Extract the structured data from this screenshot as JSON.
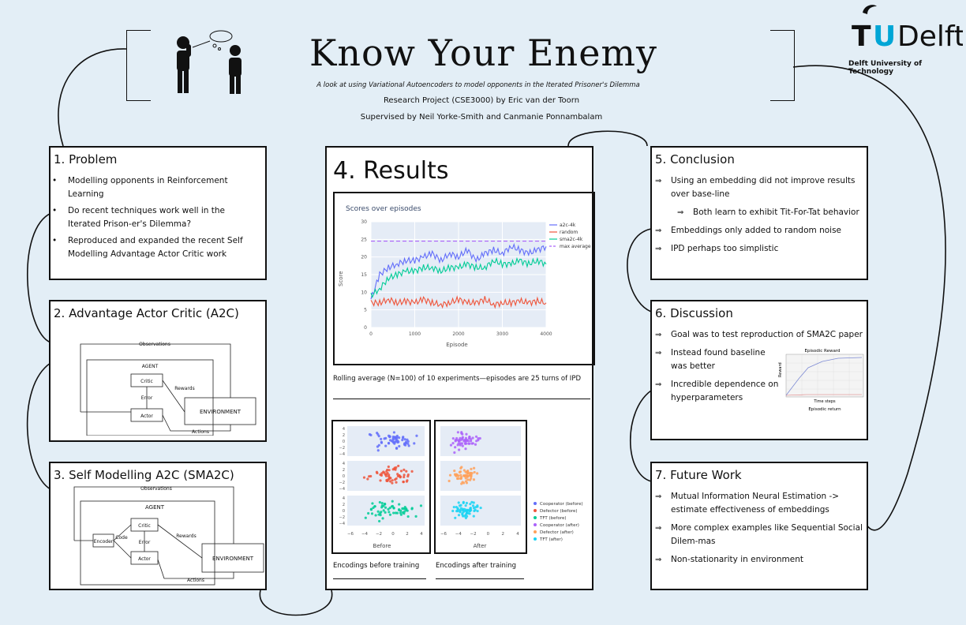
{
  "header": {
    "title": "Know Your Enemy",
    "subtitle": "A look at using Variational Autoencoders to model opponents in the Iterated Prisoner's Dilemma",
    "author_line": "Research Project (CSE3000) by Eric van der Toorn",
    "supervisor_line": "Supervised by Neil Yorke-Smith and Canmanie Ponnambalam",
    "logo_text": "TUDelft",
    "logo_subtext": "Delft University of Technology"
  },
  "problem": {
    "title": "1. Problem",
    "items": [
      "Modelling opponents in Reinforcement Learning",
      "Do recent techniques work well in the Iterated Prison-er's Dilemma?",
      "Reproduced and expanded the recent Self Modelling Advantage Actor Critic work"
    ]
  },
  "a2c": {
    "title": "2. Advantage Actor Critic (A2C)",
    "diagram": {
      "observations": "Observations",
      "agent": "AGENT",
      "critic": "Critic",
      "error": "Error",
      "actor": "Actor",
      "rewards": "Rewards",
      "environment": "ENVIRONMENT",
      "actions": "Actions"
    }
  },
  "sma2c": {
    "title": "3. Self Modelling A2C (SMA2C)",
    "diagram": {
      "observations": "Observations",
      "agent": "AGENT",
      "encoder": "Encoder",
      "code": "Code",
      "critic": "Critic",
      "error": "Error",
      "actor": "Actor",
      "rewards": "Rewards",
      "environment": "ENVIRONMENT",
      "actions": "Actions"
    }
  },
  "results": {
    "title": "4. Results",
    "caption": "Rolling average (N=100) of 10 experiments—episodes are 25 turns of IPD",
    "before_caption": "Encodings before training",
    "after_caption": "Encodings after training",
    "before_label": "Before",
    "after_label": "After",
    "scatter_legend": [
      {
        "label": "Cooperator (before)",
        "color": "#636efa"
      },
      {
        "label": "Defector (before)",
        "color": "#ef553b"
      },
      {
        "label": "TFT (before)",
        "color": "#00cc96"
      },
      {
        "label": "Cooperator (after)",
        "color": "#ab63fa"
      },
      {
        "label": "Defector (after)",
        "color": "#ffa15a"
      },
      {
        "label": "TFT (after)",
        "color": "#19d3f3"
      }
    ],
    "before_xticks": [
      "−6",
      "−4",
      "−2",
      "0",
      "2",
      "4"
    ],
    "after_xticks": [
      "−6",
      "−4",
      "−2",
      "0",
      "2",
      "4"
    ],
    "yticks": [
      "4",
      "2",
      "0",
      "−2",
      "−4"
    ]
  },
  "chart_data": {
    "type": "line",
    "title": "Scores over episodes",
    "xlabel": "Episode",
    "ylabel": "Score",
    "xlim": [
      0,
      4000
    ],
    "ylim": [
      0,
      30
    ],
    "xticks": [
      "0",
      "1000",
      "2000",
      "3000",
      "4000"
    ],
    "yticks": [
      "0",
      "5",
      "10",
      "15",
      "20",
      "25",
      "30"
    ],
    "grid": true,
    "legend_position": "top-right",
    "x": [
      0,
      200,
      400,
      600,
      800,
      1000,
      1200,
      1400,
      1600,
      1800,
      2000,
      2200,
      2400,
      2600,
      2800,
      3000,
      3200,
      3400,
      3600,
      3800,
      4000
    ],
    "series": [
      {
        "name": "a2c-4k",
        "color": "#636efa",
        "values": [
          8,
          15,
          17,
          18,
          19,
          19,
          20,
          21,
          19,
          21,
          20,
          22,
          19,
          21,
          22,
          21,
          23,
          22,
          21,
          22,
          23
        ]
      },
      {
        "name": "random",
        "color": "#ef553b",
        "values": [
          7,
          7,
          8,
          7,
          7.5,
          7,
          8,
          7,
          6.5,
          7,
          8,
          7,
          7,
          8,
          6.5,
          7,
          7,
          7.5,
          7,
          7.5,
          7
        ]
      },
      {
        "name": "sma2c-4k",
        "color": "#00cc96",
        "values": [
          9,
          11,
          14,
          15,
          16,
          16,
          17,
          17,
          16,
          17,
          17,
          18,
          17,
          17,
          19,
          18,
          18,
          19,
          18,
          19,
          18
        ]
      },
      {
        "name": "max average",
        "color": "#ab63fa",
        "dashed": true,
        "values": [
          24.5,
          24.5,
          24.5,
          24.5,
          24.5,
          24.5,
          24.5,
          24.5,
          24.5,
          24.5,
          24.5,
          24.5,
          24.5,
          24.5,
          24.5,
          24.5,
          24.5,
          24.5,
          24.5,
          24.5,
          24.5
        ]
      }
    ]
  },
  "conclusion": {
    "title": "5. Conclusion",
    "items": [
      "Using an embedding did not improve results over base-line",
      "Both learn to exhibit Tit-For-Tat behavior",
      "Embeddings only added to random noise",
      "IPD perhaps too simplistic"
    ]
  },
  "discussion": {
    "title": "6. Discussion",
    "items": [
      "Goal was to test reproduction of SMA2C paper",
      "Instead found baseline was better",
      "Incredible dependence on hyperparameters"
    ],
    "mini_chart": {
      "title": "Episodic Reward",
      "ylabel": "Reward",
      "xlabel": "Time steps",
      "caption": "Episodic return"
    }
  },
  "future": {
    "title": "7. Future Work",
    "items": [
      "Mutual Information Neural Estimation -> estimate effectiveness of embeddings",
      "More complex examples like Sequential Social Dilem-mas",
      "Non-stationarity in environment"
    ]
  }
}
